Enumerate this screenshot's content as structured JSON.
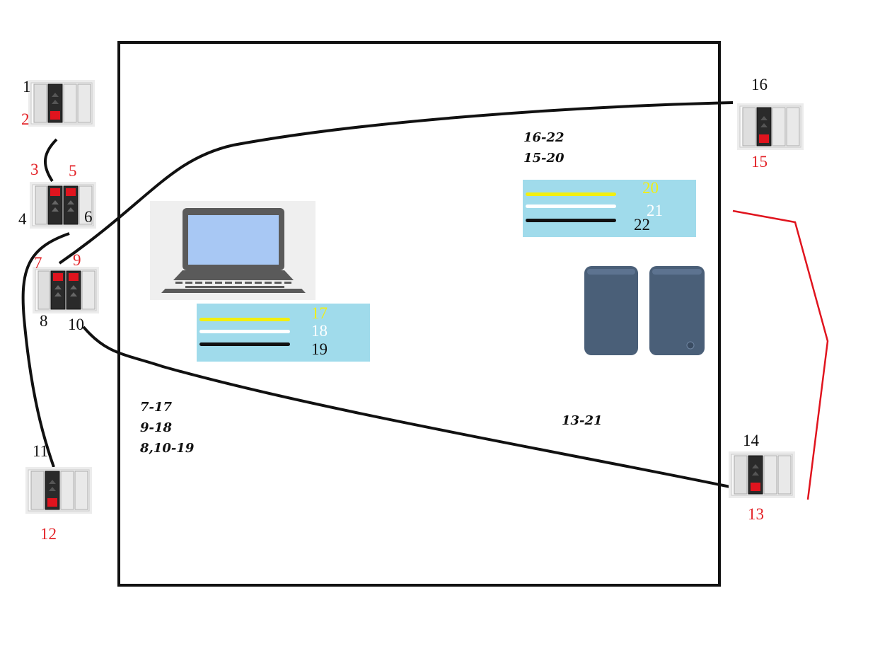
{
  "terminal_labels": {
    "t1": "1",
    "t2": "2",
    "t3": "3",
    "t4": "4",
    "t5": "5",
    "t6": "6",
    "t7": "7",
    "t8": "8",
    "t9": "9",
    "t10": "10",
    "t11": "11",
    "t12": "12",
    "t13": "13",
    "t14": "14",
    "t15": "15",
    "t16": "16"
  },
  "laptop_cable_labels": {
    "yellow": "17",
    "white": "18",
    "black": "19"
  },
  "speaker_cable_labels": {
    "yellow": "20",
    "white": "21",
    "black": "22"
  },
  "connection_notes": {
    "left": [
      "7-17",
      "9-18",
      "8,10-19"
    ],
    "right_top": [
      "16-22",
      "15-20"
    ],
    "right_mid": [
      "13-21"
    ]
  },
  "colors": {
    "red_label": "#e32227",
    "wire_black": "#111111",
    "wire_red": "#e0141e",
    "panel_bg": "#a0dbeb",
    "cable_yellow": "#f2ef10",
    "speaker_fabric": "#4a5f78"
  }
}
